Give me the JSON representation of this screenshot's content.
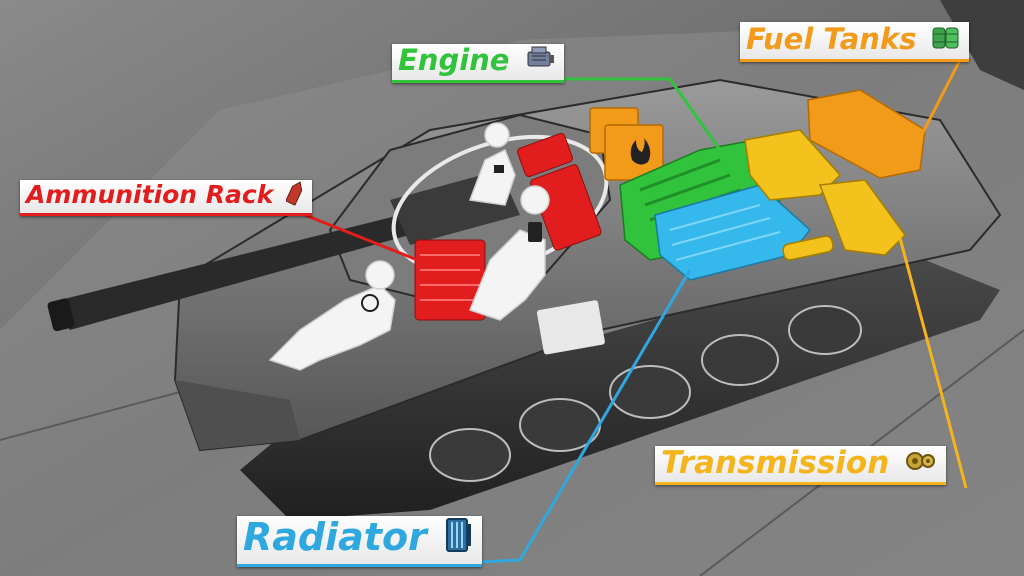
{
  "labels": {
    "fuel_tanks": {
      "text": "Fuel Tanks",
      "color": "#f29b1a",
      "icon": "fuel-barrels-icon"
    },
    "engine": {
      "text": "Engine",
      "color": "#31c33c",
      "icon": "engine-icon"
    },
    "ammunition_rack": {
      "text": "Ammunition Rack",
      "color": "#e11d1d",
      "icon": "shell-icon"
    },
    "transmission": {
      "text": "Transmission",
      "color": "#f4b41c",
      "icon": "gearbox-icon"
    },
    "radiator": {
      "text": "Radiator",
      "color": "#2fa8e0",
      "icon": "radiator-icon"
    }
  },
  "module_colors": {
    "crew": "#f2f2f2",
    "fuel": "#f29b1a",
    "engine": "#31c33c",
    "ammo": "#e11d1d",
    "transmission": "#f4c21c",
    "radiator": "#35b8ec"
  }
}
